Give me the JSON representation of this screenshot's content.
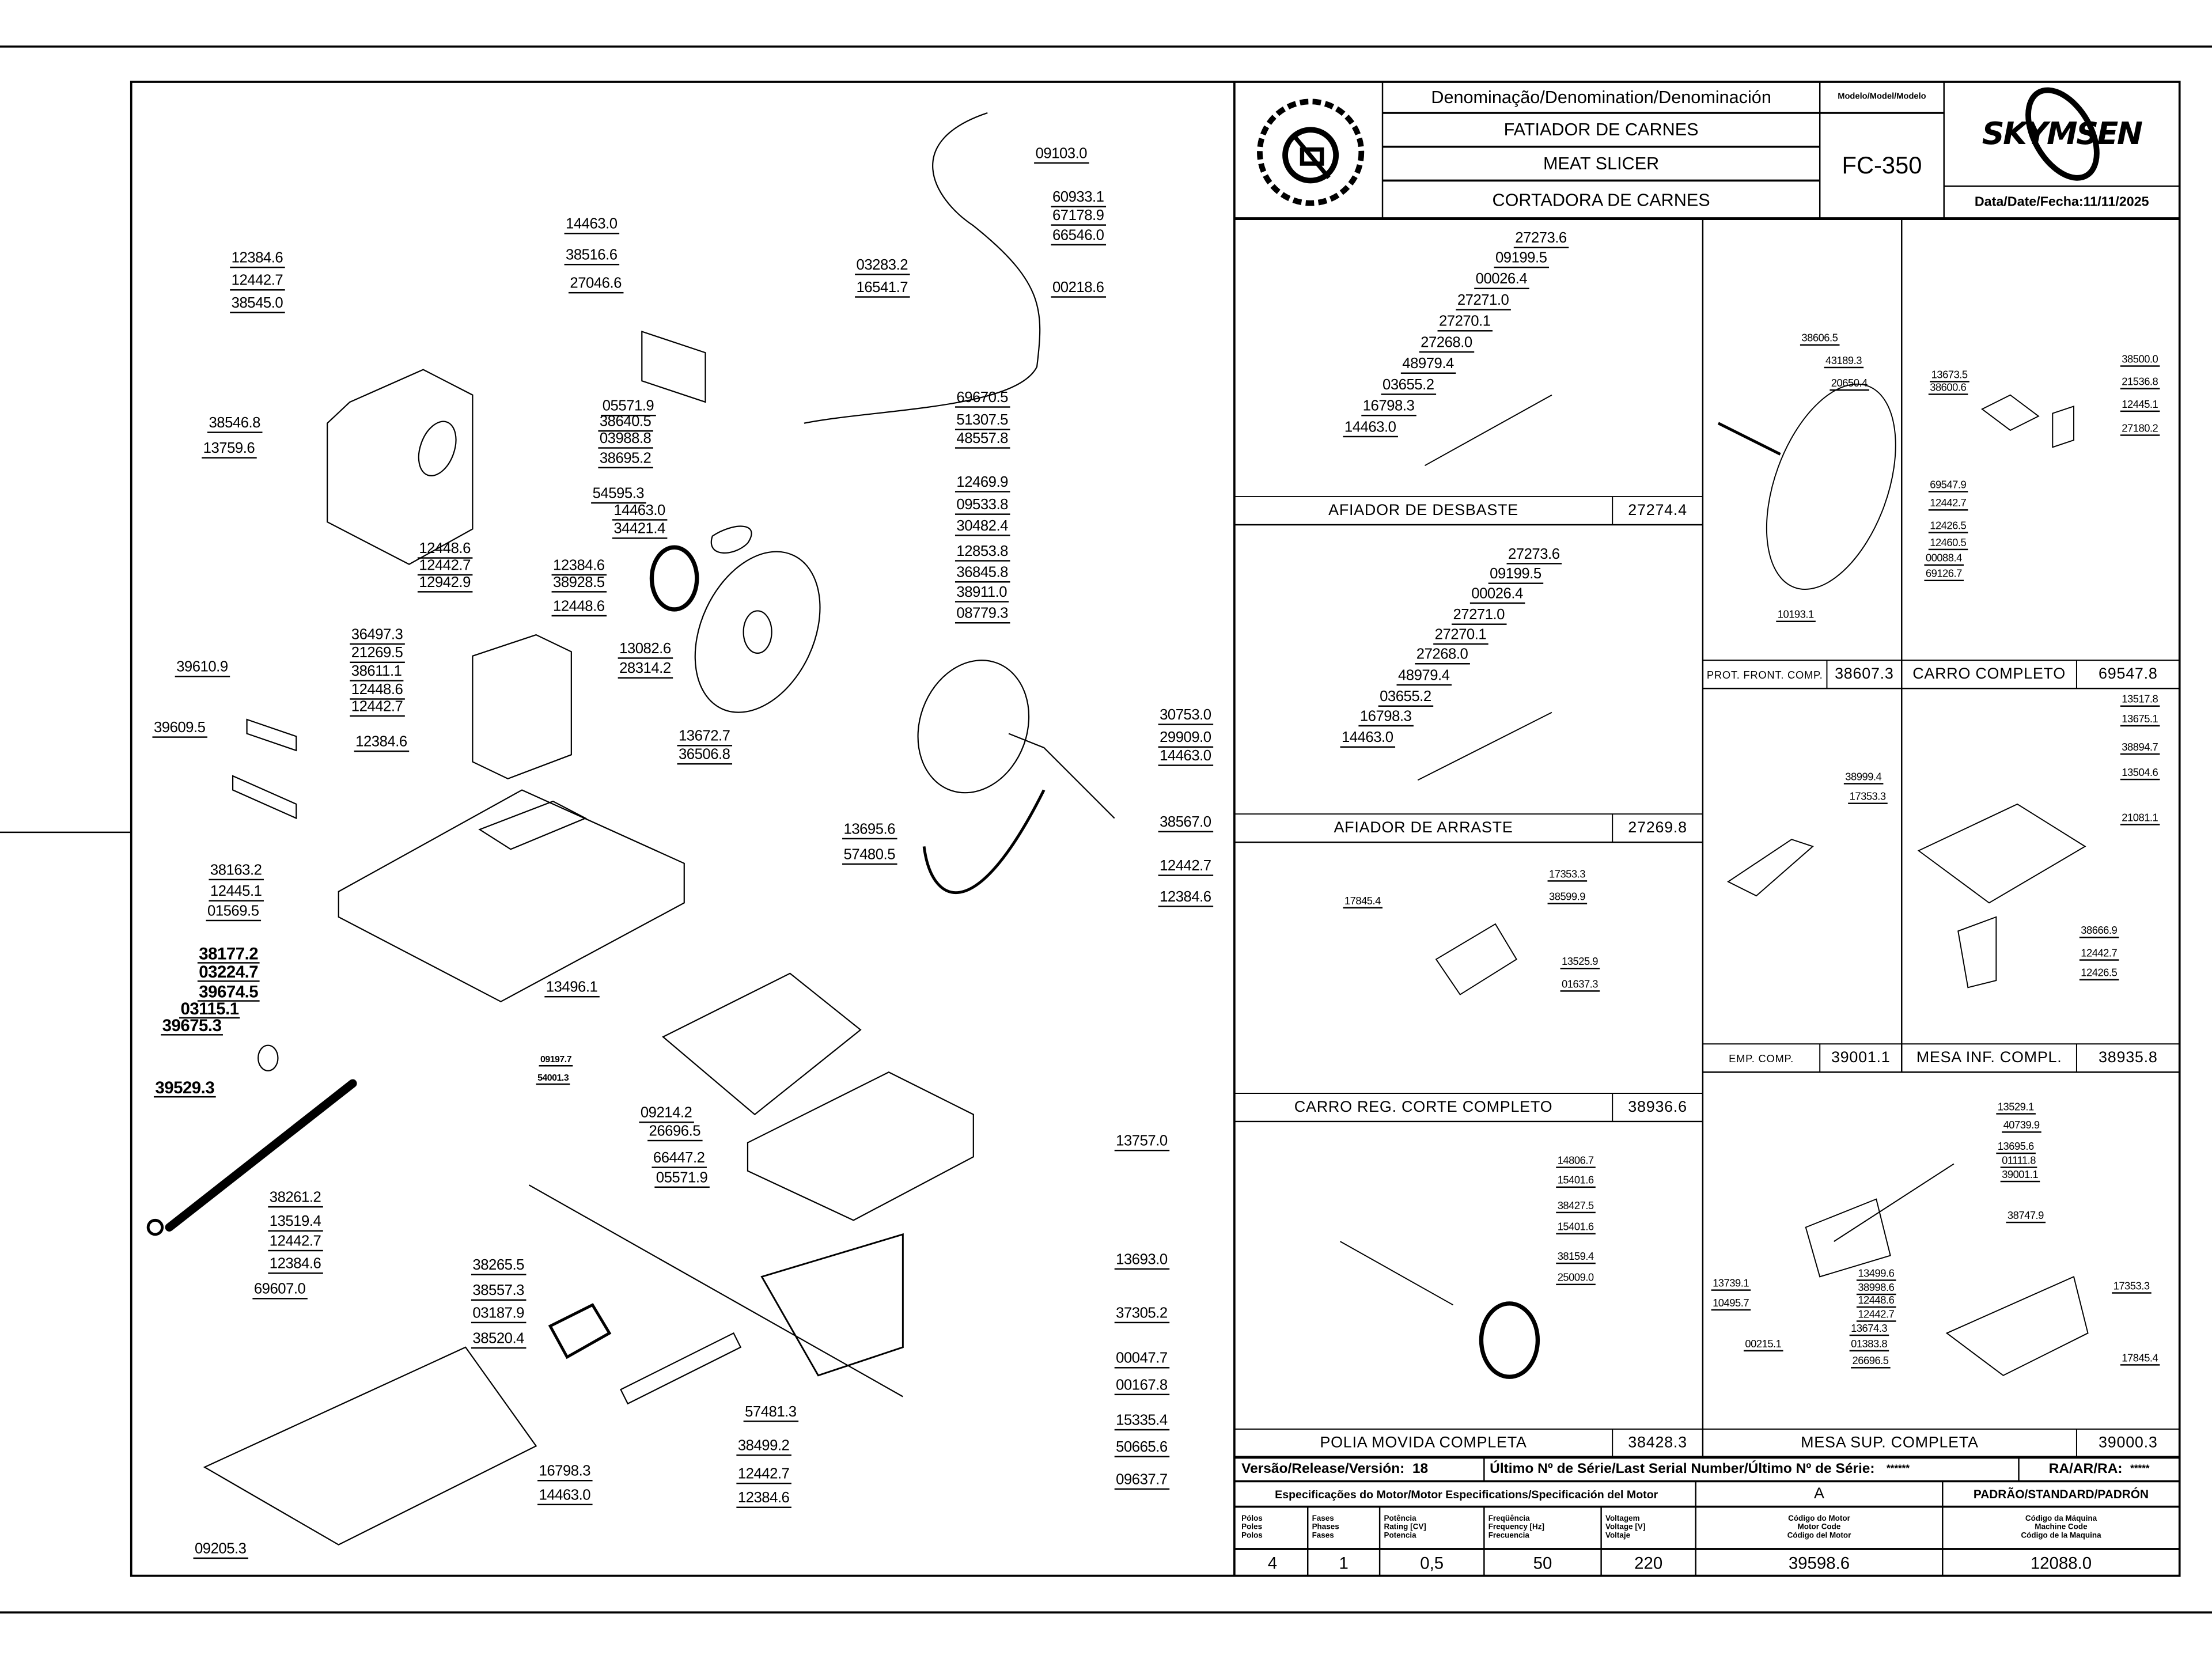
{
  "title_block": {
    "denomination_header": "Denominação/Denomination/Denominación",
    "name_pt": "FATIADOR DE CARNES",
    "name_en": "MEAT SLICER",
    "name_es": "CORTADORA DE CARNES",
    "model_header": "Modelo/Model/Modelo",
    "model": "FC-350",
    "brand": "SKYMSEN",
    "date": "Data/Date/Fecha:11/11/2025"
  },
  "main_drawing": {
    "labels": [
      "09103.0",
      "60933.1",
      "67178.9",
      "66546.0",
      "00218.6",
      "14463.0",
      "38516.6",
      "12384.6",
      "12442.7",
      "38545.0",
      "27046.6",
      "03283.2",
      "16541.7",
      "69670.5",
      "51307.5",
      "48557.8",
      "05571.9",
      "38640.5",
      "03988.8",
      "38695.2",
      "38546.8",
      "13759.6",
      "12469.9",
      "09533.8",
      "30482.4",
      "54595.3",
      "14463.0",
      "34421.4",
      "12853.8",
      "36845.8",
      "38911.0",
      "08779.3",
      "12448.6",
      "12442.7",
      "12942.9",
      "12384.6",
      "38928.5",
      "12448.6",
      "36497.3",
      "21269.5",
      "38611.1",
      "12448.6",
      "12442.7",
      "13082.6",
      "28314.2",
      "39610.9",
      "39609.5",
      "12384.6",
      "13672.7",
      "36506.8",
      "30753.0",
      "29909.0",
      "14463.0",
      "13695.6",
      "57480.5",
      "38567.0",
      "12442.7",
      "12384.6",
      "38163.2",
      "12445.1",
      "01569.5",
      "38177.2",
      "03224.7",
      "39674.5",
      "03115.1",
      "39675.3",
      "13496.1",
      "09197.7",
      "54001.3",
      "39529.3",
      "09214.2",
      "26696.5",
      "66447.2",
      "05571.9",
      "13757.0",
      "38261.2",
      "13519.4",
      "12442.7",
      "12384.6",
      "69607.0",
      "38265.5",
      "38557.3",
      "03187.9",
      "38520.4",
      "13693.0",
      "37305.2",
      "00047.7",
      "00167.8",
      "15335.4",
      "50665.6",
      "09637.7",
      "57481.3",
      "38499.2",
      "12442.7",
      "12384.6",
      "16798.3",
      "14463.0",
      "09205.3"
    ]
  },
  "sub_assemblies": [
    {
      "title": "AFIADOR DE DESBASTE",
      "code": "27274.4",
      "labels": [
        "27273.6",
        "09199.5",
        "00026.4",
        "27271.0",
        "27270.1",
        "27268.0",
        "48979.4",
        "03655.2",
        "16798.3",
        "14463.0"
      ]
    },
    {
      "title": "AFIADOR DE ARRASTE",
      "code": "27269.8",
      "labels": [
        "27273.6",
        "09199.5",
        "00026.4",
        "27271.0",
        "27270.1",
        "27268.0",
        "48979.4",
        "03655.2",
        "16798.3",
        "14463.0"
      ]
    },
    {
      "title": "CARRO REG. CORTE COMPLETO",
      "code": "38936.6",
      "labels": [
        "17353.3",
        "38599.9",
        "17845.4",
        "13525.9",
        "01637.3"
      ]
    },
    {
      "title": "POLIA MOVIDA COMPLETA",
      "code": "38428.3",
      "labels": [
        "14806.7",
        "15401.6",
        "38427.5",
        "15401.6",
        "38159.4",
        "25009.0"
      ]
    },
    {
      "title": "PROT. FRONT. COMP.",
      "code": "38607.3",
      "labels": [
        "38606.5",
        "43189.3",
        "20650.4",
        "10193.1"
      ]
    },
    {
      "title": "CARRO COMPLETO",
      "code": "69547.8",
      "labels": [
        "38500.0",
        "13673.5",
        "38600.6",
        "21536.8",
        "12445.1",
        "27180.2",
        "69547.9",
        "12442.7",
        "12426.5",
        "12460.5",
        "00088.4",
        "69126.7"
      ]
    },
    {
      "title": "EMP. COMP.",
      "code": "39001.1",
      "labels": [
        "38999.4",
        "17353.3"
      ]
    },
    {
      "title": "MESA INF. COMPL.",
      "code": "38935.8",
      "labels": [
        "13517.8",
        "13675.1",
        "38894.7",
        "13504.6",
        "21081.1",
        "38666.9",
        "12442.7",
        "12426.5"
      ]
    },
    {
      "title": "MESA SUP. COMPLETA",
      "code": "39000.3",
      "labels": [
        "13529.1",
        "40739.9",
        "13695.6",
        "01111.8",
        "39001.1",
        "38747.9",
        "13739.1",
        "10495.7",
        "00215.1",
        "13499.6",
        "38998.6",
        "12448.6",
        "12442.7",
        "13674.3",
        "01383.8",
        "26696.5",
        "17353.3",
        "17845.4"
      ]
    }
  ],
  "footer": {
    "version_label": "Versão/Release/Versión:",
    "version": "18",
    "serial_label": "Último Nº de Série/Last Serial Number/Último Nº de Série:",
    "serial": "******",
    "ra_label": "RA/AR/RA:",
    "ra": "*****",
    "motor_spec_label": "Especificações do Motor/Motor Especifications/Specificación del Motor",
    "variant": "A",
    "standard_label": "PADRÃO/STANDARD/PADRÓN",
    "headers": [
      "Pólos\nPoles\nPolos",
      "Fases\nPhases\nFases",
      "Potência\nRating [CV]\nPotencia",
      "Freqüência\nFrequency [Hz]\nFrecuencia",
      "Voltagem\nVoltage [V]\nVoltaje",
      "Código do Motor\nMotor Code\nCódigo del Motor",
      "Código da Máquina\nMachine Code\nCódigo de la Maquina"
    ],
    "values": [
      "4",
      "1",
      "0,5",
      "50",
      "220",
      "39598.6",
      "12088.0"
    ]
  }
}
